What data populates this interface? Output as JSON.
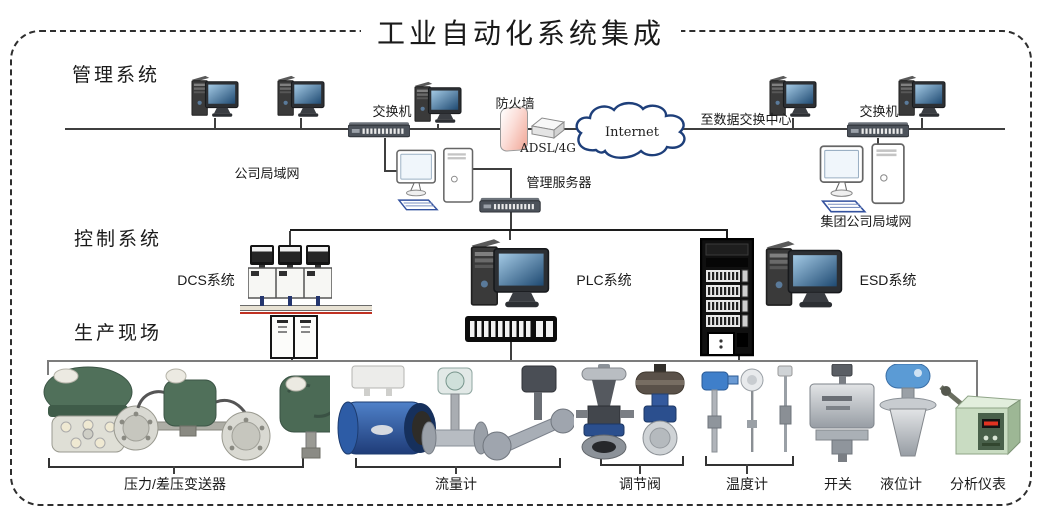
{
  "title": "工业自动化系统集成",
  "layers": {
    "management_label": "管理系统",
    "control_label": "控制系统",
    "field_label": "生产现场"
  },
  "management": {
    "switch_left_label": "交换机",
    "firewall_label": "防火墙",
    "modem_label": "ADSL/4G",
    "internet_label": "Internet",
    "to_data_center_label": "至数据交换中心",
    "switch_right_label": "交换机",
    "company_lan_label": "公司局域网",
    "mgmt_server_label": "管理服务器",
    "group_lan_label": "集团公司局域网"
  },
  "control": {
    "dcs_label": "DCS系统",
    "plc_label": "PLC系统",
    "esd_label": "ESD系统"
  },
  "field_groups": [
    {
      "label": "压力/差压变送器"
    },
    {
      "label": "流量计"
    },
    {
      "label": "调节阀"
    },
    {
      "label": "温度计"
    },
    {
      "label": "开关"
    },
    {
      "label": "液位计"
    },
    {
      "label": "分析仪表"
    }
  ],
  "icons": {
    "desktop": "desktop-computer-icon",
    "workstation": "workstation-icon",
    "switch": "network-switch-icon",
    "firewall": "firewall-icon",
    "modem": "adsl-modem-icon",
    "cloud": "internet-cloud-icon",
    "dcs_station": "dcs-operator-station-icon",
    "dcs_cabinet": "dcs-controller-cabinet-icon",
    "plc_rack": "plc-rack-icon",
    "esd_rack": "esd-rack-icon",
    "pressure_transmitter": "pressure-transmitter-icon",
    "flow_meter": "flow-meter-icon",
    "control_valve": "control-valve-icon",
    "temperature_sensor": "temperature-sensor-icon",
    "switch_instrument": "switch-instrument-icon",
    "level_meter": "level-meter-icon",
    "analyzer": "analyzer-icon"
  },
  "colors": {
    "line_dark": "#3f3f3f",
    "line_gray": "#7c7c7c",
    "cloud_border": "#1e3f7a",
    "firewall_pink": "#f1a797",
    "dcs_bus_red": "#c03223",
    "dcs_link_blue": "#24356e",
    "screen_blue": "#23527c",
    "instrument_green": "#50705a",
    "flowmeter_blue": "#2d5ca6",
    "valve_blue": "#2b4f8e",
    "level_blue": "#5b9bd5",
    "analyzer_green": "#c9dcc2",
    "display_red": "#e03322"
  }
}
